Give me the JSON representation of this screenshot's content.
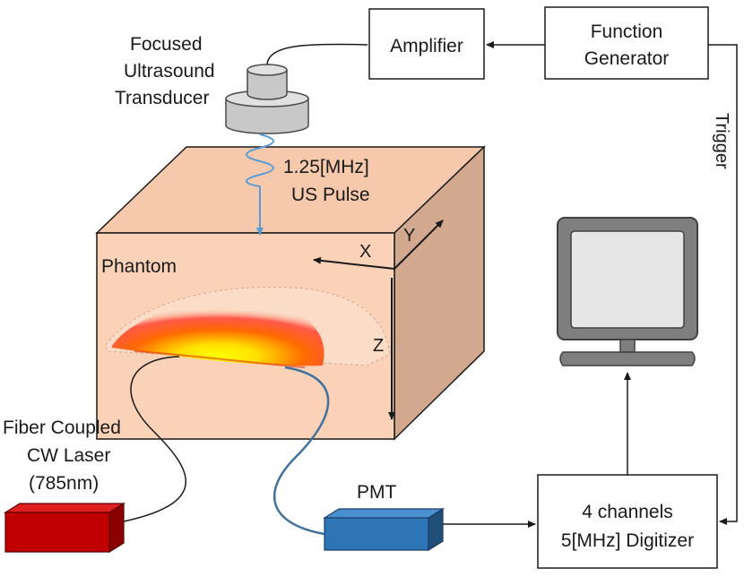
{
  "labels": {
    "transducer": [
      "Focused",
      "Ultrasound",
      "Transducer"
    ],
    "pulse": [
      "1.25[MHz]",
      "US Pulse"
    ],
    "phantom": "Phantom",
    "laser": [
      "Fiber Coupled",
      "CW Laser",
      "(785nm)"
    ],
    "pmt": "PMT",
    "trigger": "Trigger",
    "axis_x": "X",
    "axis_y": "Y",
    "axis_z": "Z"
  },
  "boxes": {
    "amplifier": "Amplifier",
    "function_generator": [
      "Function",
      "Generator"
    ],
    "digitizer": [
      "4 channels",
      "5[MHz] Digitizer"
    ]
  },
  "colors": {
    "phantom_front": "#f9d2b8",
    "phantom_top": "#f7c9ac",
    "phantom_side": "#d2a88e",
    "laser": "#c00000",
    "pmt": "#2e75b6",
    "us_wave": "#5b9bd5",
    "fiber_to_pmt": "#41719c"
  }
}
